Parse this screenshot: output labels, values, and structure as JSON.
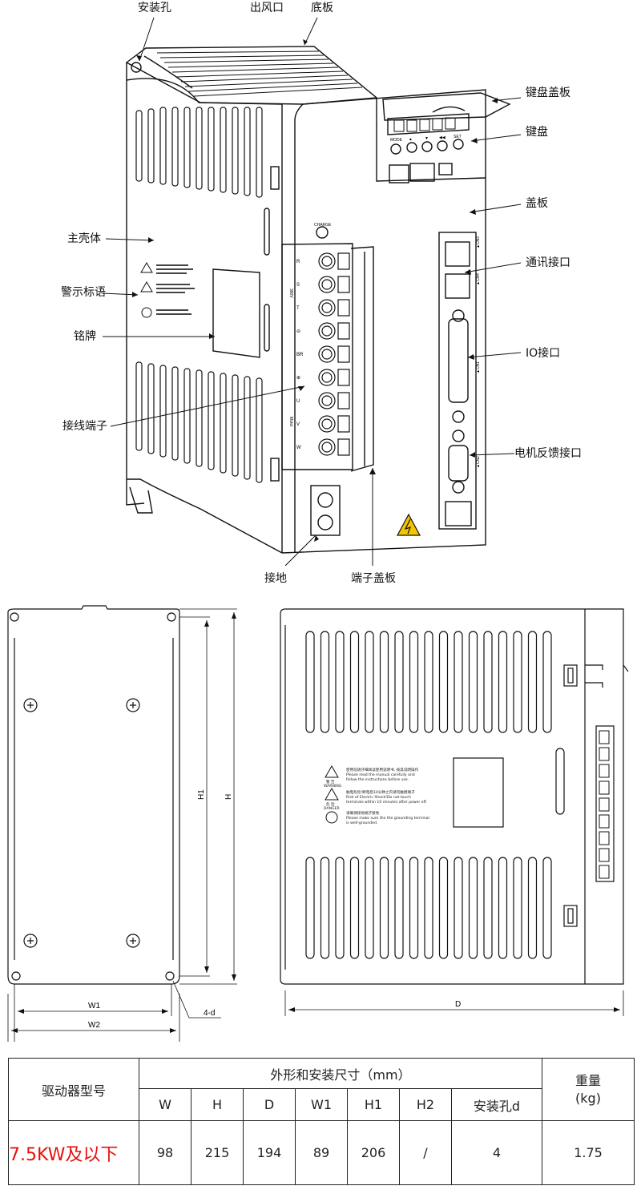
{
  "callouts": {
    "mount_hole": "安装孔",
    "air_outlet": "出风口",
    "base_plate": "底板",
    "keypad_cover": "键盘盖板",
    "keypad": "键盘",
    "cover_plate": "盖板",
    "main_housing": "主壳体",
    "comm_port": "通讯接口",
    "warning_label": "警示标语",
    "io_port": "IO接口",
    "nameplate": "铭牌",
    "terminal_block": "接线端子",
    "motor_feedback": "电机反馈接口",
    "ground": "接地",
    "terminal_cover": "端子盖板"
  },
  "drive_labels": {
    "charge": "CHARGE",
    "keys": [
      "MODE",
      "▲",
      "▼",
      "◀◀",
      "SET"
    ],
    "terminals": [
      "R",
      "S",
      "T",
      "⊖",
      "BR",
      "⊕",
      "U",
      "V",
      "W"
    ],
    "v380": "380V",
    "motor": "Motor",
    "cn1": "▲CN1",
    "cn2": "▲CN2",
    "cn3": "▲CN3",
    "cn4": "▲CN4"
  },
  "dimensions": {
    "w1": "W1",
    "w2": "W2",
    "h1": "H1",
    "h": "H",
    "d": "D",
    "hole": "4-d"
  },
  "side_warning": {
    "line1": "使用前请仔细阅读使用说明书, 按其说明操作",
    "line2": "Please read the manual carefully and",
    "line3": "follow the instructions before use.",
    "tag1a": "警 告",
    "tag1b": "WARNING",
    "line4": "触电危险!断电后10分钟之内请勿触摸端子",
    "line5": "Risk of Electric Shock!Do not touch",
    "line6": "terminals within 10 minutes after power off.",
    "tag2a": "危 险",
    "tag2b": "DANGER",
    "line7": "请确保接地端子接地",
    "line8": "Please make sure the the grounding terminal",
    "line9": "is well-grounded."
  },
  "table": {
    "model_header": "驱动器型号",
    "dims_header": "外形和安装尺寸（mm）",
    "weight_header": "重量",
    "weight_unit": "(kg)",
    "columns": [
      "W",
      "H",
      "D",
      "W1",
      "H1",
      "H2",
      "安装孔d"
    ],
    "model": "7.5KW及以下",
    "values": [
      "98",
      "215",
      "194",
      "89",
      "206",
      "/",
      "4"
    ],
    "weight": "1.75"
  },
  "colors": {
    "model_text": "#e8100c",
    "warning_yellow": "#f5c400",
    "line": "#111111"
  }
}
